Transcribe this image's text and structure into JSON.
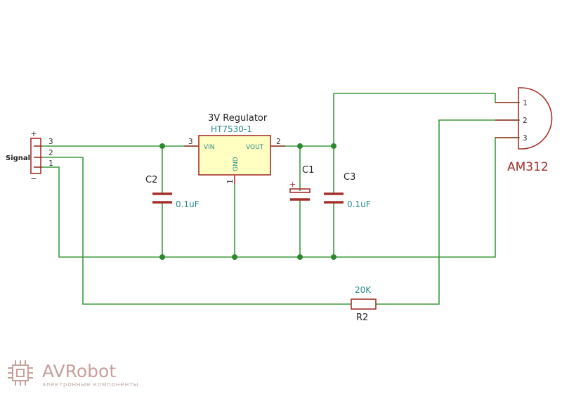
{
  "connector": {
    "label": "Signal",
    "plus": "+",
    "minus": "−",
    "pins": [
      "3",
      "2",
      "1"
    ]
  },
  "regulator": {
    "title": "3V Regulator",
    "part": "HT7530-1",
    "pin_vin": "VIN",
    "pin_vout": "VOUT",
    "pin_gnd": "GND",
    "pin_num_in": "3",
    "pin_num_out": "2",
    "pin_num_gnd": "1"
  },
  "c1": {
    "ref": "C1",
    "plus": "+"
  },
  "c2": {
    "ref": "C2",
    "value": "0.1uF"
  },
  "c3": {
    "ref": "C3",
    "value": "0.1uF"
  },
  "r2": {
    "ref": "R2",
    "value": "20K"
  },
  "sensor": {
    "ref": "AM312",
    "pins": [
      "1",
      "2",
      "3"
    ]
  },
  "logo": {
    "name": "AVRobot",
    "tagline": "электронные компоненты"
  },
  "colors": {
    "wire": "#3f9a3f",
    "component": "#a4302a",
    "fill": "#ffffc2",
    "value_text": "#2a8a8a",
    "logo": "#c8a09a"
  }
}
